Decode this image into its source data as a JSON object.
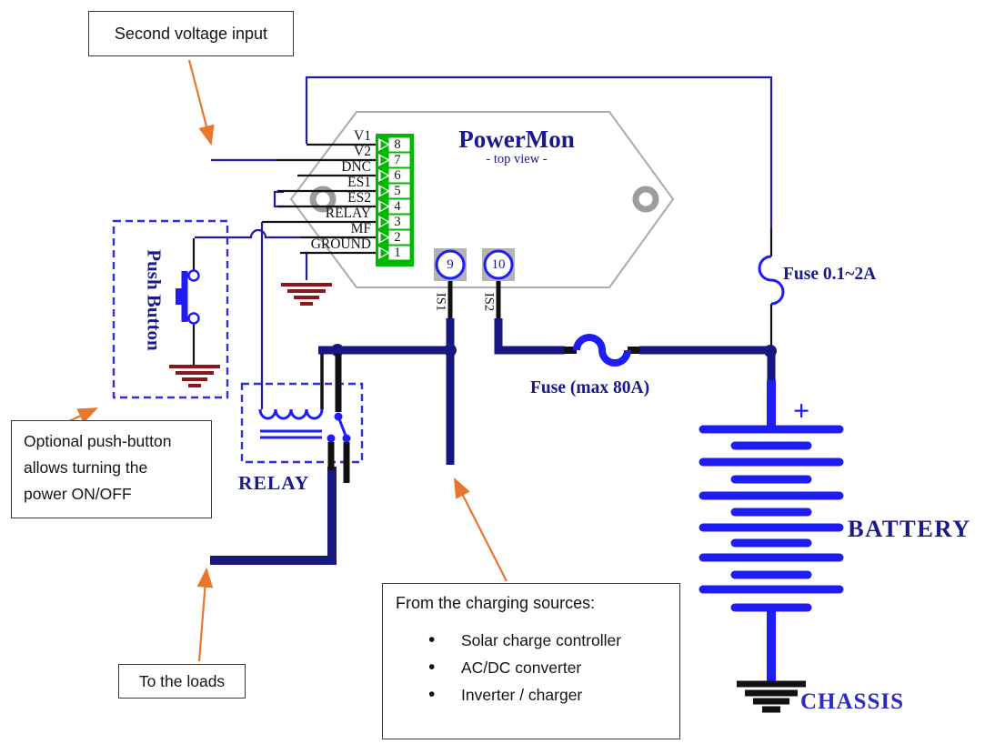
{
  "device": {
    "title": "PowerMon",
    "subtitle": "- top view -",
    "pins": [
      {
        "label": "V1",
        "number": "8"
      },
      {
        "label": "V2",
        "number": "7"
      },
      {
        "label": "DNC",
        "number": "6"
      },
      {
        "label": "ES1",
        "number": "5"
      },
      {
        "label": "ES2",
        "number": "4"
      },
      {
        "label": "RELAY",
        "number": "3"
      },
      {
        "label": "MF",
        "number": "2"
      },
      {
        "label": "GROUND",
        "number": "1"
      }
    ],
    "terminals": [
      {
        "number": "9",
        "shunt_label": "IS1"
      },
      {
        "number": "10",
        "shunt_label": "IS2"
      }
    ]
  },
  "labels": {
    "relay": "RELAY",
    "push_button": "Push Button",
    "battery": "BATTERY",
    "battery_plus": "+",
    "chassis": "CHASSIS",
    "fuse_small": "Fuse 0.1~2A",
    "fuse_large": "Fuse (max 80A)"
  },
  "callouts": {
    "second_voltage": {
      "text": "Second voltage input"
    },
    "optional_push_button": {
      "lines": [
        "Optional push-button",
        "allows turning the",
        "power ON/OFF"
      ]
    },
    "to_the_loads": {
      "text": "To the loads"
    },
    "charging_sources": {
      "title": "From the charging sources:",
      "items": [
        "Solar charge controller",
        "AC/DC converter",
        "Inverter / charger"
      ]
    }
  },
  "colors": {
    "wire_navy": "#171780",
    "wire_bright_blue": "#1E1EF2",
    "wire_thin_blue": "#1D1D9E",
    "connector_green": "#00B802",
    "ground_dark_red": "#8B1818",
    "chassis_black": "#111111",
    "arrow_orange": "#E8762D",
    "device_outline_gray": "#ABABAB",
    "text_navy": "#1A1A8C",
    "chassis_text_blue": "#2A2AC4"
  }
}
